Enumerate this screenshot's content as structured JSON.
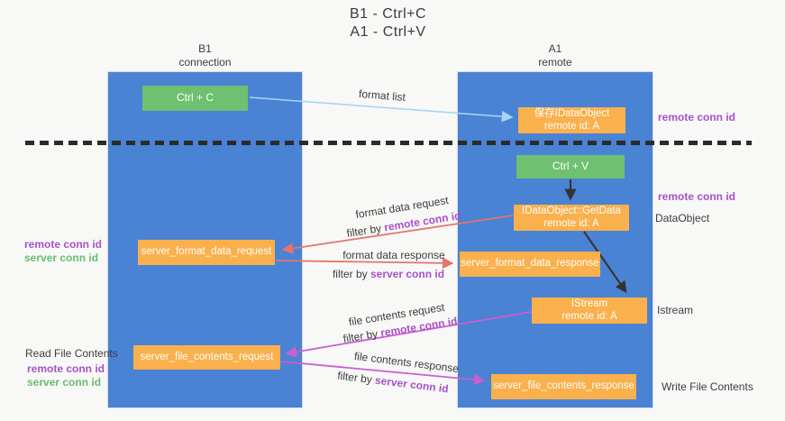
{
  "title": {
    "line1": "B1 - Ctrl+C",
    "line2": "A1 - Ctrl+V"
  },
  "lanes": {
    "left": {
      "name": "B1",
      "role": "connection"
    },
    "right": {
      "name": "A1",
      "role": "remote"
    }
  },
  "boxes": {
    "ctrl_c": "Ctrl + C",
    "ctrl_v": "Ctrl + V",
    "save_dataobject": {
      "line1": "保存IDataObject",
      "line2": "remote id: A"
    },
    "getdata": {
      "line1": "IDataObject::GetData",
      "line2": "remote id: A"
    },
    "istream": {
      "line1": "IStream",
      "line2": "remote id: A"
    },
    "format_request": "server_format_data_request",
    "format_response": "server_format_data_response",
    "file_request": "server_file_contents_request",
    "file_response": "server_file_contents_response"
  },
  "flow_labels": {
    "format_list": "format list",
    "format_data_request": "format data request",
    "format_data_request_filter": {
      "prefix": "filter by ",
      "key": "remote conn id"
    },
    "format_data_response": "format data response",
    "format_data_response_filter": {
      "prefix": "filter by ",
      "key": "server conn id"
    },
    "file_contents_request": "file contents request",
    "file_contents_request_filter": {
      "prefix": "filter by ",
      "key": "remote conn id"
    },
    "file_contents_response": "file contents response",
    "file_contents_response_filter": {
      "prefix": "filter by ",
      "key": "server conn id"
    }
  },
  "side_labels": {
    "right_remote_conn_id_top": "remote conn id",
    "right_remote_conn_id_mid": "remote conn id",
    "dataobject": "DataObject",
    "istream": "Istream",
    "write_file_contents": "Write File Contents",
    "left_remote_conn_id_format": "remote conn id",
    "left_server_conn_id_format": "server conn id",
    "read_file_contents": "Read File Contents",
    "left_remote_conn_id_file": "remote conn id",
    "left_server_conn_id_file": "server conn id"
  },
  "colors": {
    "background": "#f8f8f7",
    "lane_blue": "#4a82d4",
    "box_orange": "#fab04c",
    "box_green": "#70c072",
    "arrow_light_blue": "#a5d5f2",
    "arrow_salmon": "#e5736e",
    "arrow_magenta": "#cb5ecf",
    "arrow_black": "#333333",
    "text_purple": "#a653c6",
    "text_green": "#69bd6d",
    "text_dark": "#3d3d3d"
  }
}
